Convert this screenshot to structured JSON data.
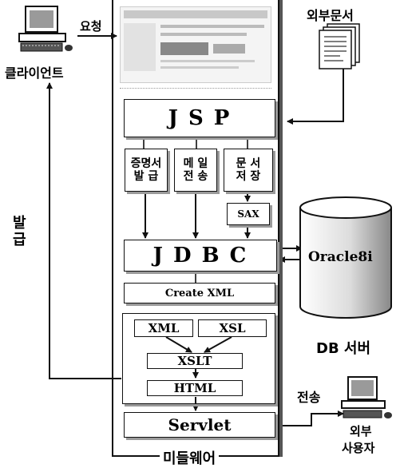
{
  "client": {
    "label": "클라이언트",
    "request": "요청"
  },
  "external_docs": {
    "label": "외부문서"
  },
  "middleware": {
    "label": "미들웨어",
    "jsp": "J S P",
    "modules": [
      {
        "lines": [
          "증명서",
          "발 급"
        ]
      },
      {
        "lines": [
          "메 일",
          "전 송"
        ]
      },
      {
        "lines": [
          "문 서",
          "저 장"
        ]
      }
    ],
    "sax": "SAX",
    "jdbc": "J D B C",
    "create_xml": "Create XML",
    "xml": "XML",
    "xsl": "XSL",
    "xslt": "XSLT",
    "html": "HTML",
    "servlet": "Servlet"
  },
  "issue_label": [
    "발",
    "급"
  ],
  "db": {
    "name": "Oracle8i",
    "label": "DB 서버"
  },
  "transmit": "전송",
  "external_user": {
    "lines": [
      "외부",
      "사용자"
    ]
  },
  "colors": {
    "stroke": "#111111",
    "cylinder_shade": "#888888",
    "panel_shadow": "#9a9a9a"
  }
}
